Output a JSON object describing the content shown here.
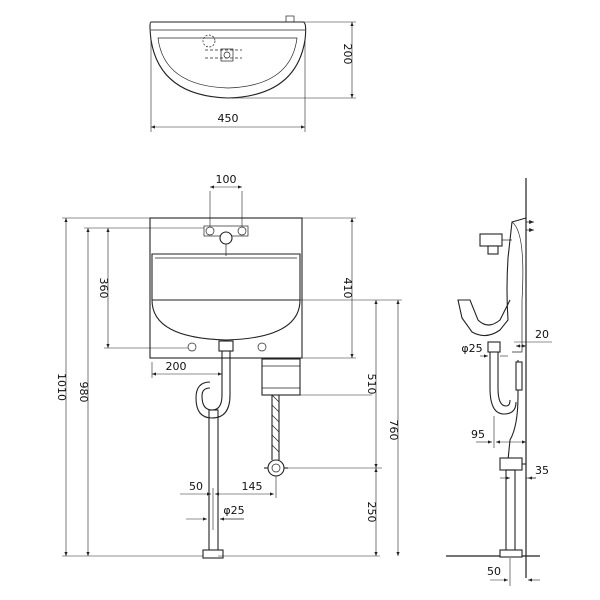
{
  "top_view": {
    "width_label": "450",
    "depth_label": "200"
  },
  "front_view": {
    "tap_spacing_label": "100",
    "height_total_label": "1010",
    "height_980_label": "980",
    "basin_360_label": "360",
    "rim_410_label": "410",
    "side_200_label": "200",
    "trap_510_label": "510",
    "trap_760_label": "760",
    "trap_250_label": "250",
    "offset_50_label": "50",
    "offset_145_label": "145",
    "pipe_diameter_label": "φ25"
  },
  "side_view": {
    "drain_diameter_label": "φ25",
    "drain_20_label": "20",
    "offset_95_label": "95",
    "offset_35_label": "35",
    "wall_50_label": "50"
  }
}
